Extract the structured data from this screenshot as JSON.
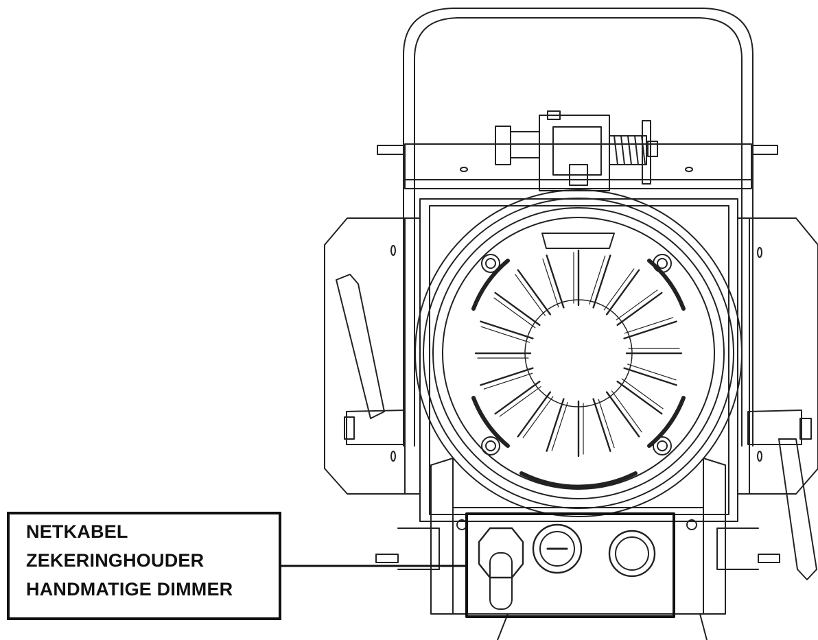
{
  "callout": {
    "labels": [
      "NETKABEL",
      "ZEKERINGHOUDER",
      "HANDMATIGE DIMMER"
    ]
  },
  "colors": {
    "line": "#222222",
    "background": "#ffffff"
  }
}
